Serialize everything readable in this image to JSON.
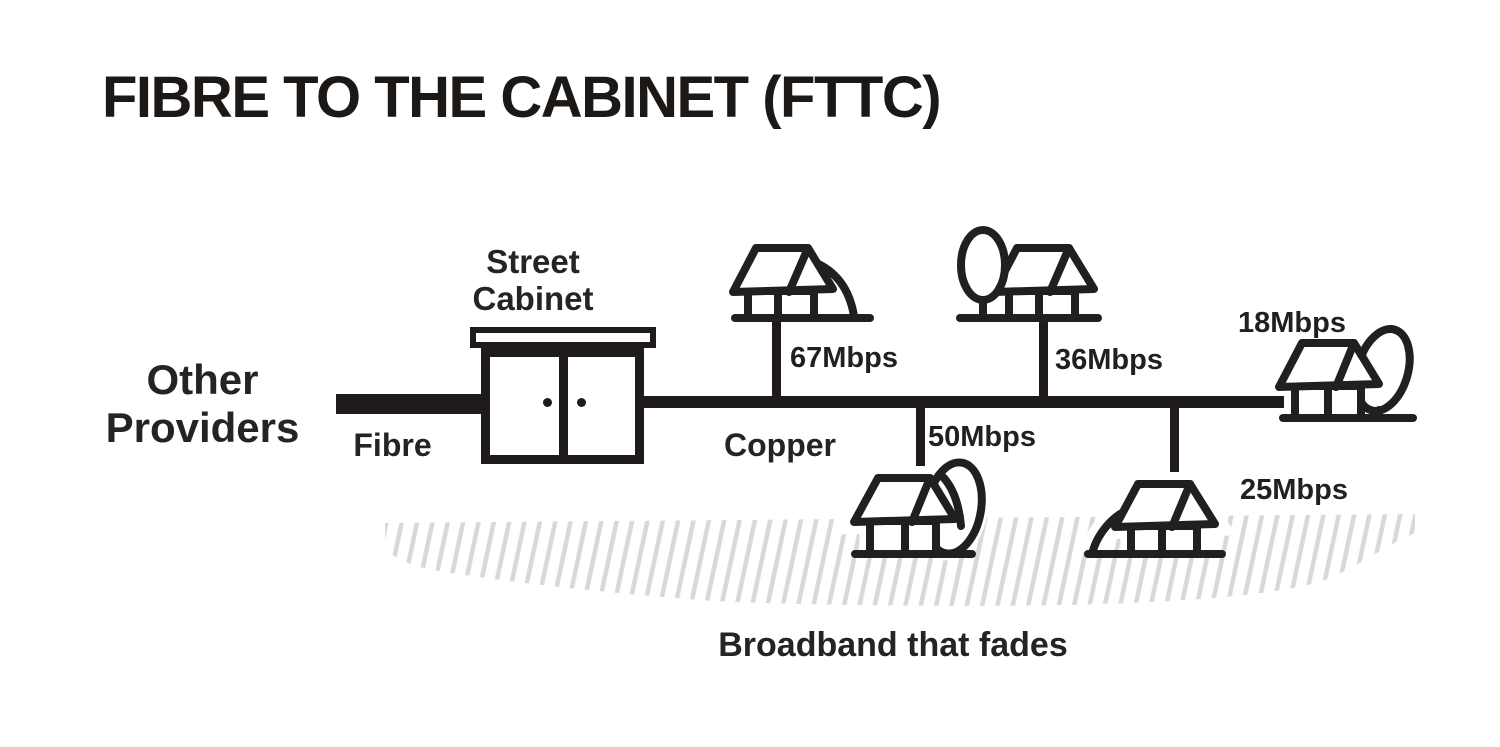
{
  "title": "FIBRE TO THE CABINET (FTTC)",
  "colors": {
    "ink": "#221f1f",
    "label_text": "#262423",
    "hatch": "#d8d8d8",
    "background": "#ffffff"
  },
  "source": {
    "label_line1": "Other",
    "label_line2": "Providers"
  },
  "fibre": {
    "label": "Fibre"
  },
  "cabinet": {
    "label_line1": "Street",
    "label_line2": "Cabinet"
  },
  "copper": {
    "label": "Copper"
  },
  "houses": [
    {
      "icon": "house-with-bush-right-icon",
      "speed": "67Mbps"
    },
    {
      "icon": "house-with-tree-left-icon",
      "speed": "36Mbps"
    },
    {
      "icon": "house-with-tree-right-icon",
      "speed": "50Mbps"
    },
    {
      "icon": "house-with-bush-left-icon",
      "speed": "25Mbps"
    },
    {
      "icon": "house-with-tree-right-icon",
      "speed": "18Mbps"
    }
  ],
  "ground": {
    "caption": "Broadband that fades"
  }
}
